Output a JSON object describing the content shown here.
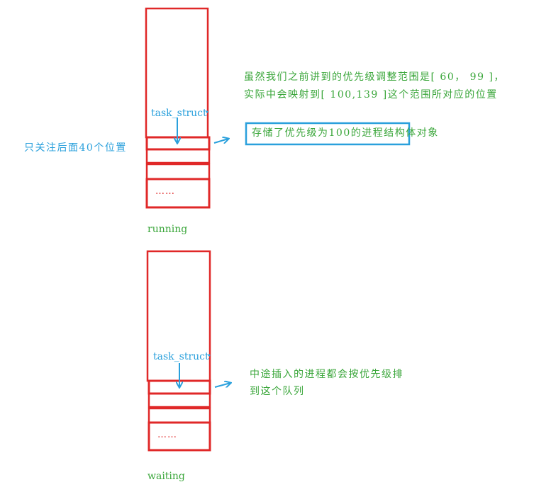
{
  "colors": {
    "red": "#e02828",
    "blue": "#2aa0dc",
    "green": "#3aa63a"
  },
  "left_note": "只关注后面40个位置",
  "running": {
    "label": "running",
    "pointer_label": "task_struct",
    "ellipsis": "……",
    "note_line1": "虽然我们之前讲到的优先级调整范围是[ 60， 99 ]，",
    "note_line2": "实际中会映射到[ 100,139 ]这个范围所对应的位置",
    "boxed_note": "存储了优先级为100的进程结构体对象"
  },
  "waiting": {
    "label": "waiting",
    "pointer_label": "task_struct",
    "ellipsis": "……",
    "note_line1": "中途插入的进程都会按优先级排",
    "note_line2": "到这个队列"
  }
}
